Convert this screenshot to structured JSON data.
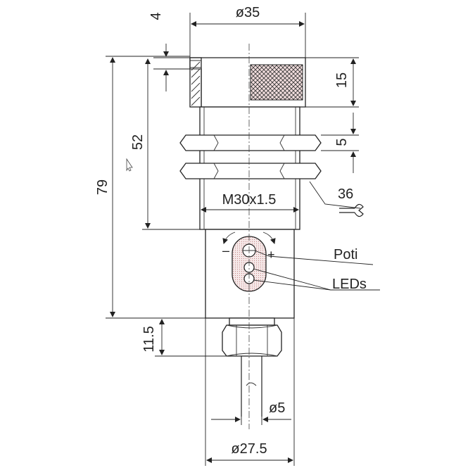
{
  "dimensions": {
    "top_lip": "4",
    "diameter_top": "ø35",
    "knurl_height": "15",
    "nut_height": "5",
    "thread_length": "52",
    "overall_length": "79",
    "thread_spec": "M30x1.5",
    "wrench_size": "36",
    "connector_height": "11.5",
    "cable_diameter": "ø5",
    "body_diameter": "ø27.5"
  },
  "labels": {
    "potentiometer": "Poti",
    "leds": "LEDs",
    "minus": "–",
    "plus": "+"
  },
  "icons": {
    "wrench": "wrench-icon",
    "rotation": "rotation-arrows-icon",
    "cursor": "mouse-cursor-icon"
  }
}
